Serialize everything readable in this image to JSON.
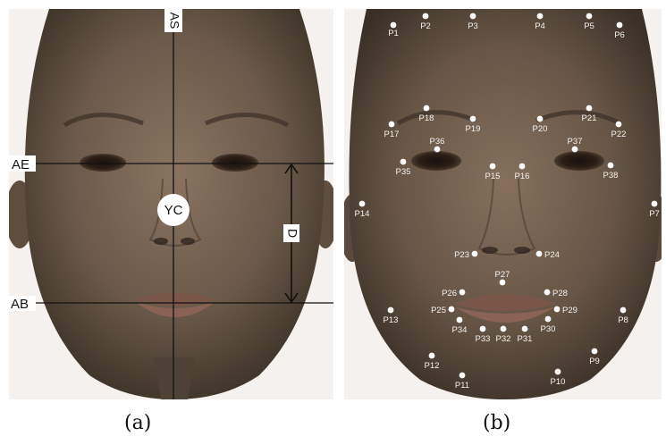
{
  "panels": [
    {
      "caption": "(a)"
    },
    {
      "caption": "(b)"
    }
  ],
  "panel_a": {
    "vertical_axis_label": "AS",
    "eye_line_label": "AE",
    "mouth_line_label": "AB",
    "center_label": "YC",
    "distance_label": "D"
  },
  "panel_b": {
    "landmarks": [
      {
        "id": "P1"
      },
      {
        "id": "P2"
      },
      {
        "id": "P3"
      },
      {
        "id": "P4"
      },
      {
        "id": "P5"
      },
      {
        "id": "P6"
      },
      {
        "id": "P7"
      },
      {
        "id": "P8"
      },
      {
        "id": "P9"
      },
      {
        "id": "P10"
      },
      {
        "id": "P11"
      },
      {
        "id": "P12"
      },
      {
        "id": "P13"
      },
      {
        "id": "P14"
      },
      {
        "id": "P15"
      },
      {
        "id": "P16"
      },
      {
        "id": "P17"
      },
      {
        "id": "P18"
      },
      {
        "id": "P19"
      },
      {
        "id": "P20"
      },
      {
        "id": "P21"
      },
      {
        "id": "P22"
      },
      {
        "id": "P23"
      },
      {
        "id": "P24"
      },
      {
        "id": "P25"
      },
      {
        "id": "P26"
      },
      {
        "id": "P27"
      },
      {
        "id": "P28"
      },
      {
        "id": "P29"
      },
      {
        "id": "P30"
      },
      {
        "id": "P31"
      },
      {
        "id": "P32"
      },
      {
        "id": "P33"
      },
      {
        "id": "P34"
      },
      {
        "id": "P35"
      },
      {
        "id": "P36"
      },
      {
        "id": "P37"
      },
      {
        "id": "P38"
      }
    ]
  },
  "colors": {
    "skin": "#6b5a4a",
    "background": "#ffffff",
    "line": "#111111",
    "marker": "#ffffff"
  }
}
